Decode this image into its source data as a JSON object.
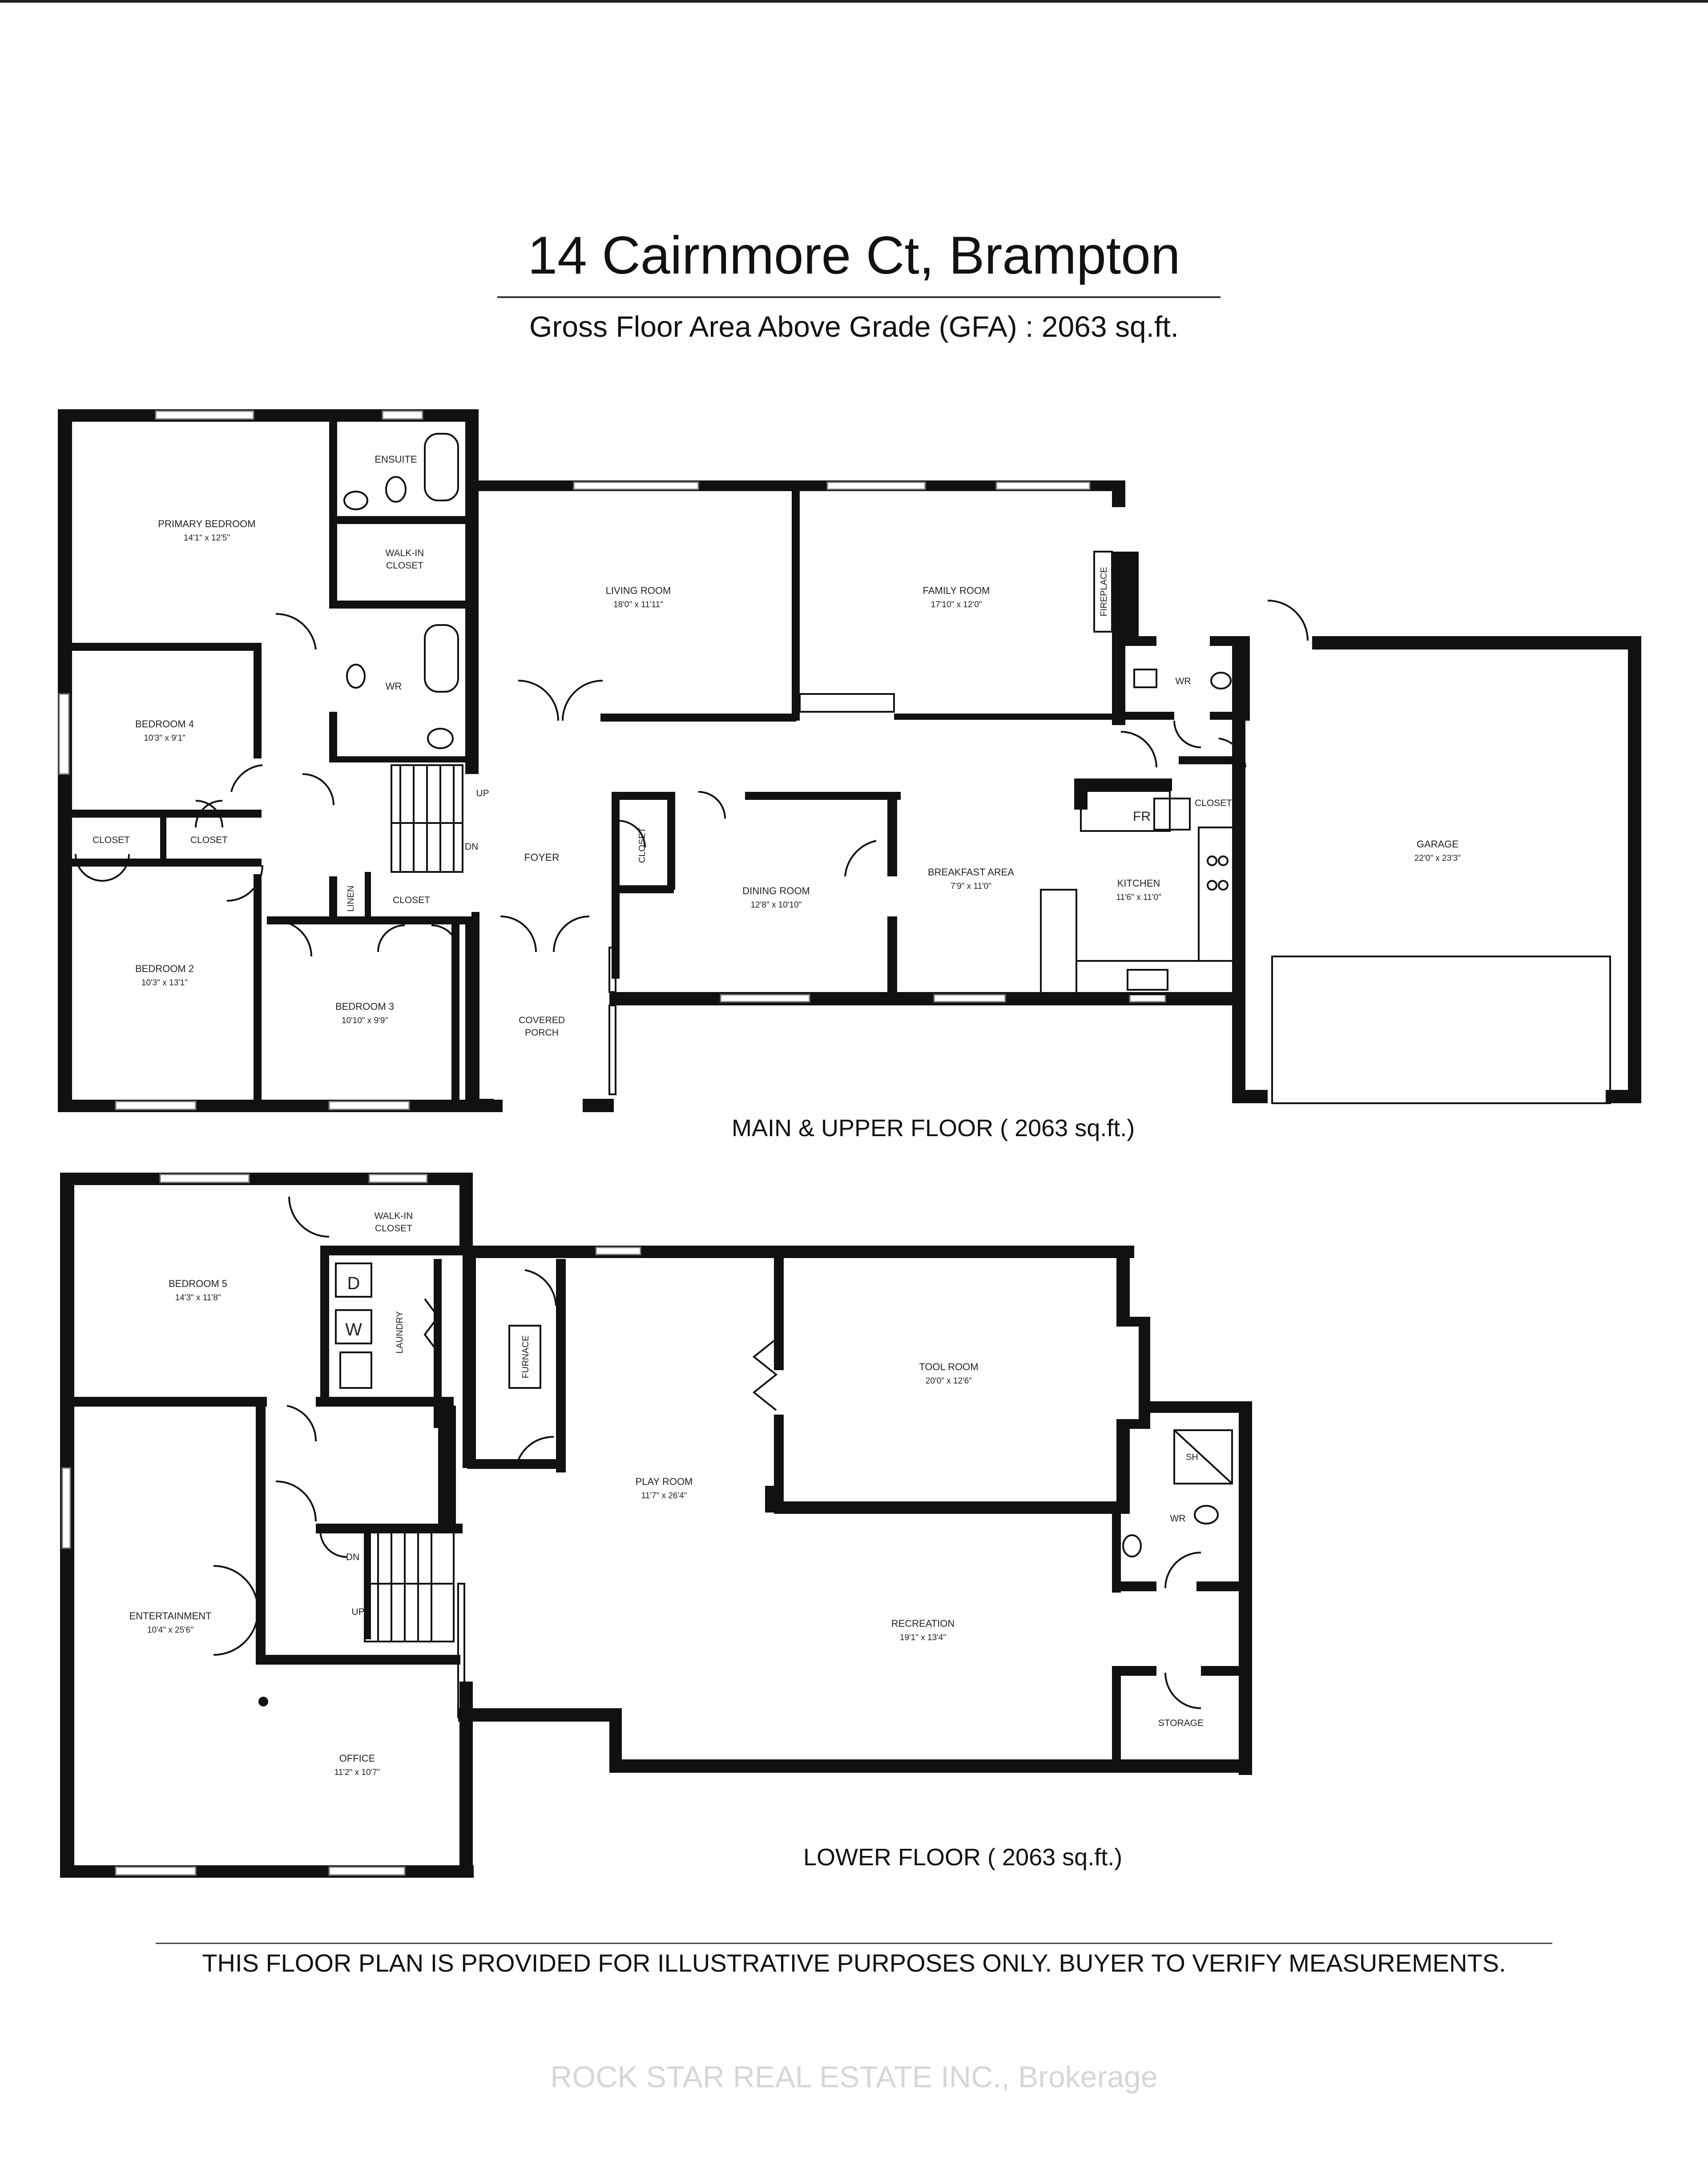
{
  "header": {
    "title": "14 Cairnmore Ct, Brampton",
    "subtitle": "Gross Floor Area Above Grade  (GFA) : 2063 sq.ft."
  },
  "main_floor": {
    "caption": "MAIN & UPPER FLOOR ( 2063 sq.ft.)",
    "rooms": {
      "primary_bedroom": {
        "name": "PRIMARY BEDROOM",
        "size": "14'1\" x 12'5\""
      },
      "ensuite": {
        "name": "ENSUITE"
      },
      "walkin_closet": {
        "name": "WALK-IN CLOSET",
        "line1": "WALK-IN",
        "line2": "CLOSET"
      },
      "wr_upper": {
        "name": "WR"
      },
      "bedroom4": {
        "name": "BEDROOM 4",
        "size": "10'3\" x 9'1\""
      },
      "closet_a": {
        "name": "CLOSET"
      },
      "closet_b": {
        "name": "CLOSET"
      },
      "bedroom2": {
        "name": "BEDROOM 2",
        "size": "10'3\" x 13'1\""
      },
      "linen": {
        "name": "LINEN"
      },
      "closet_c": {
        "name": "CLOSET"
      },
      "bedroom3": {
        "name": "BEDROOM 3",
        "size": "10'10\" x 9'9\""
      },
      "up": {
        "name": "UP"
      },
      "dn": {
        "name": "DN"
      },
      "living_room": {
        "name": "LIVING ROOM",
        "size": "18'0\" x 11'11\""
      },
      "family_room": {
        "name": "FAMILY ROOM",
        "size": "17'10\" x 12'0\""
      },
      "fireplace": {
        "name": "FIREPLACE"
      },
      "foyer": {
        "name": "FOYER"
      },
      "closet_foyer": {
        "name": "CLOSET"
      },
      "covered_porch": {
        "name": "COVERED PORCH",
        "line1": "COVERED",
        "line2": "PORCH"
      },
      "dining_room": {
        "name": "DINING ROOM",
        "size": "12'8\" x 10'10\""
      },
      "breakfast_area": {
        "name": "BREAKFAST AREA",
        "size": "7'9\" x 11'0\""
      },
      "wr_main": {
        "name": "WR"
      },
      "closet_kitchen": {
        "name": "CLOSET"
      },
      "fridge": {
        "name": "FR"
      },
      "kitchen": {
        "name": "KITCHEN",
        "size": "11'6\" x 11'0\""
      },
      "garage": {
        "name": "GARAGE",
        "size": "22'0\" x 23'3\""
      }
    }
  },
  "lower_floor": {
    "caption": "LOWER FLOOR ( 2063 sq.ft.)",
    "rooms": {
      "bedroom5": {
        "name": "BEDROOM 5",
        "size": "14'3\" x 11'8\""
      },
      "walkin_closet": {
        "name": "WALK-IN CLOSET",
        "line1": "WALK-IN",
        "line2": "CLOSET"
      },
      "dryer": {
        "name": "D"
      },
      "washer": {
        "name": "W"
      },
      "laundry": {
        "name": "LAUNDRY"
      },
      "furnace": {
        "name": "FURNACE"
      },
      "tool_room": {
        "name": "TOOL ROOM",
        "size": "20'0\" x 12'6\""
      },
      "play_room": {
        "name": "PLAY ROOM",
        "size": "11'7\" x 26'4\""
      },
      "shower": {
        "name": "SH"
      },
      "wr": {
        "name": "WR"
      },
      "dn": {
        "name": "DN"
      },
      "up": {
        "name": "UP"
      },
      "entertainment": {
        "name": "ENTERTAINMENT",
        "size": "10'4\" x 25'6\""
      },
      "recreation": {
        "name": "RECREATION",
        "size": "19'1\" x 13'4\""
      },
      "storage": {
        "name": "STORAGE"
      },
      "office": {
        "name": "OFFICE",
        "size": "11'2\" x 10'7\""
      }
    }
  },
  "footer": {
    "disclaimer": "THIS FLOOR PLAN IS PROVIDED FOR ILLUSTRATIVE PURPOSES ONLY. BUYER TO VERIFY MEASUREMENTS.",
    "watermark": "ROCK STAR REAL ESTATE INC., Brokerage"
  }
}
